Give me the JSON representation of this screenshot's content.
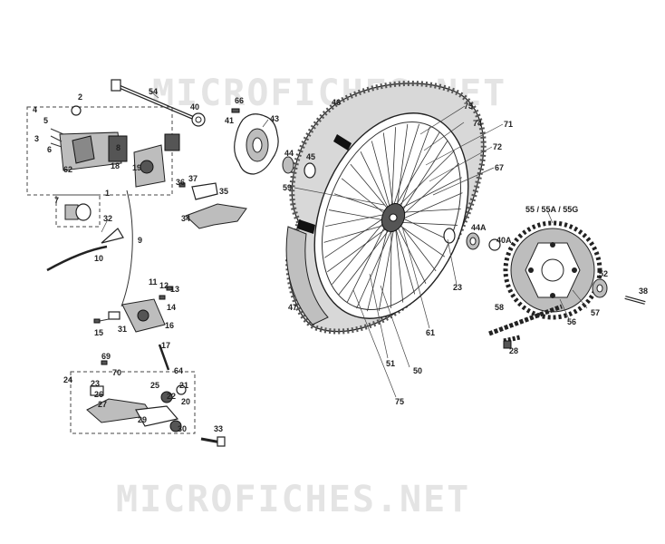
{
  "watermarks": {
    "top": "MICROFICHES.NET",
    "bottom": "MICROFICHES.NET"
  },
  "callouts": {
    "c54": "54",
    "c40": "40",
    "c2": "2",
    "c4": "4",
    "c5": "5",
    "c3": "3",
    "c6": "6",
    "c62": "62",
    "c8": "8",
    "c18": "18",
    "c19": "19",
    "c66": "66",
    "c41": "41",
    "c43": "43",
    "c37": "37",
    "c36": "36",
    "c35": "35",
    "c34": "34",
    "c7": "7",
    "c1": "1",
    "c32": "32",
    "c9": "9",
    "c10": "10",
    "c44": "44",
    "c45": "45",
    "c46": "46",
    "c73": "73",
    "c74": "74",
    "c71": "71",
    "c72": "72",
    "c67": "67",
    "c59": "59",
    "c44a": "44A",
    "c40a": "40A",
    "c23": "23",
    "c55": "55 / 55A / 55G",
    "c52": "52",
    "c38": "38",
    "c57": "57",
    "c56": "56",
    "c58": "58",
    "c28": "28",
    "c61": "61",
    "c47": "47",
    "c51": "51",
    "c50": "50",
    "c75": "75",
    "c11": "11",
    "c12": "12",
    "c13": "13",
    "c14": "14",
    "c31": "31",
    "c16": "16",
    "c15": "15",
    "c17": "17",
    "c69": "69",
    "c70": "70",
    "c64": "64",
    "c24": "24",
    "c23b": "23",
    "c26": "26",
    "c25": "25",
    "c21": "21",
    "c22": "22",
    "c27": "27",
    "c29": "29",
    "c20": "20",
    "c30": "30",
    "c33": "33"
  }
}
